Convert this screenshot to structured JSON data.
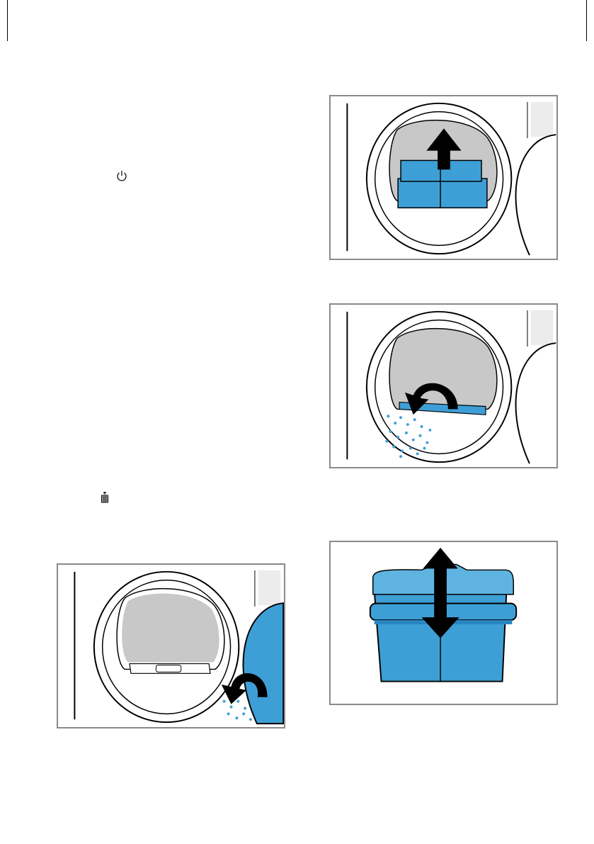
{
  "page": {
    "icons": {
      "power": "power-icon",
      "filter": "filter-clean-icon"
    },
    "figures": [
      {
        "name": "figure-lift-filter",
        "icon": "arrow-up-icon"
      },
      {
        "name": "figure-wipe-fluff",
        "icon": "curved-arrow-icon"
      },
      {
        "name": "figure-separate-filter",
        "icon": "double-arrow-icon"
      },
      {
        "name": "figure-door-seal",
        "icon": "curved-arrow-icon"
      }
    ],
    "colors": {
      "accent": "#3d9fd6",
      "accent_dark": "#2a86c2",
      "drum": "#c8c8c8",
      "frame_border": "#8a8a8a"
    }
  }
}
